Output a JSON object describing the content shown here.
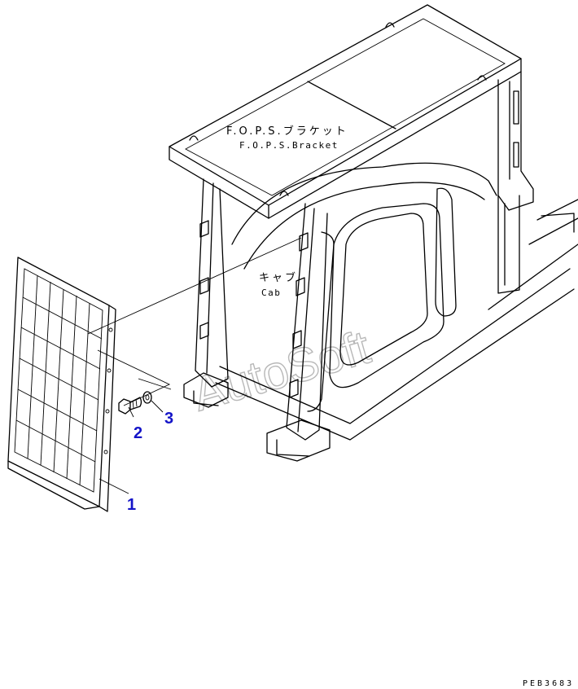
{
  "labels": {
    "fops_jp": "F.O.P.S.ブラケット",
    "fops_en": "F.O.P.S.Bracket",
    "cab_jp": "キャブ",
    "cab_en": "Cab"
  },
  "callouts": [
    "1",
    "2",
    "3"
  ],
  "watermark": "AutoSoft",
  "drawing_id": "PEB3683",
  "colors": {
    "line": "#000000",
    "callout": "#1414c8",
    "watermark": "#b8b8b8"
  }
}
